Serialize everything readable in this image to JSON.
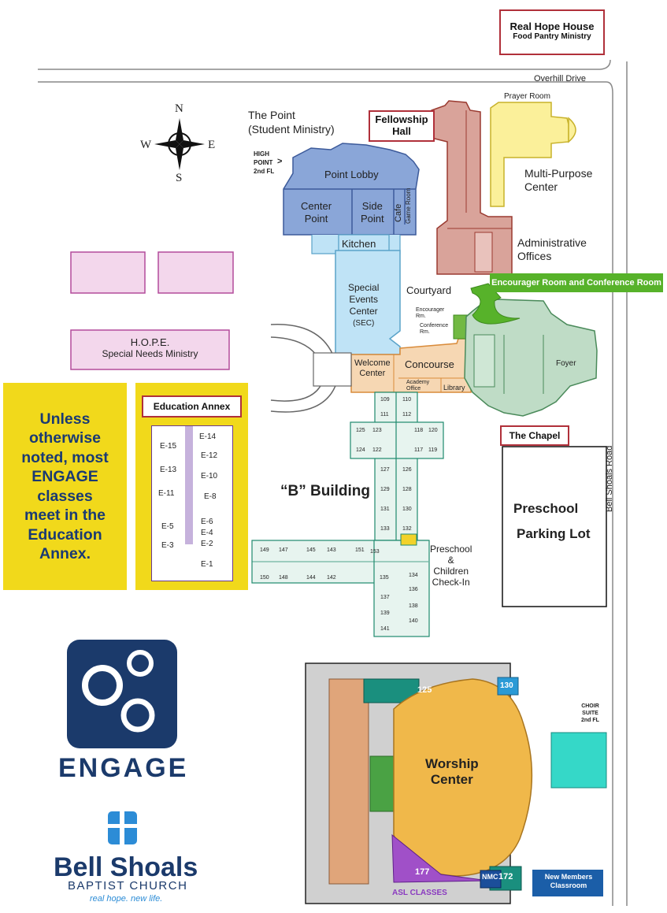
{
  "header_box": {
    "title": "Real Hope House",
    "subtitle": "Food Pantry Ministry"
  },
  "roads": {
    "north": "Overhill Drive",
    "east": "Bell Shoals Road"
  },
  "compass": {
    "n": "N",
    "s": "S",
    "e": "E",
    "w": "W"
  },
  "point": {
    "title_line1": "The Point",
    "title_line2": "(Student Ministry)",
    "high_point_line1": "HIGH",
    "high_point_line2": "POINT",
    "high_point_line3": "2nd FL",
    "lobby": "Point Lobby",
    "center_line1": "Center",
    "center_line2": "Point",
    "side_line1": "Side",
    "side_line2": "Point",
    "cafe": "Cafe",
    "game_room": "Game Room",
    "kitchen": "Kitchen"
  },
  "north_complex": {
    "fellowship_hall_line1": "Fellowship",
    "fellowship_hall_line2": "Hall",
    "prayer_room": "Prayer Room",
    "multipurpose_line1": "Multi-Purpose",
    "multipurpose_line2": "Center",
    "admin_line1": "Administrative",
    "admin_line2": "Offices"
  },
  "sec": {
    "line1": "Special",
    "line2": "Events",
    "line3": "Center",
    "line4": "(SEC)",
    "courtyard": "Courtyard",
    "encourager_rm_line1": "Encourager",
    "encourager_rm_line2": "Rm.",
    "conference_rm_line1": "Conference",
    "conference_rm_line2": "Rm.",
    "green_banner": "Encourager Room and Conference Room"
  },
  "concourse": {
    "welcome_line1": "Welcome",
    "welcome_line2": "Center",
    "concourse": "Concourse",
    "academy_line1": "Academy",
    "academy_line2": "Office",
    "library": "Library"
  },
  "chapel": {
    "foyer": "Foyer",
    "label": "The Chapel"
  },
  "parking": {
    "line1": "Preschool",
    "line2": "Parking Lot"
  },
  "hope": {
    "line1": "H.O.P.E.",
    "line2": "Special Needs Ministry"
  },
  "b_building": {
    "title": "“B” Building",
    "checkin_line1": "Preschool",
    "checkin_line2": "&",
    "checkin_line3": "Children",
    "checkin_line4": "Check-In",
    "rooms_a": [
      "109",
      "110",
      "111",
      "112",
      "125",
      "123",
      "118",
      "120",
      "124",
      "122",
      "117",
      "119",
      "127",
      "126",
      "129",
      "128",
      "131",
      "130",
      "133",
      "132"
    ],
    "rooms_b": [
      "149",
      "147",
      "145",
      "143",
      "151",
      "153",
      "150",
      "148",
      "144",
      "142",
      "135",
      "134",
      "137",
      "136",
      "139",
      "138",
      "141",
      "140"
    ]
  },
  "note": [
    "Unless",
    "otherwise",
    "noted, most",
    "ENGAGE",
    "classes",
    "meet in the",
    "Education",
    "Annex."
  ],
  "annex": {
    "title": "Education Annex",
    "rooms_left": [
      "E-15",
      "E-13",
      "E-11",
      "E-5",
      "E-3"
    ],
    "rooms_right": [
      "E-14",
      "E-12",
      "E-10",
      "E-8",
      "E-6",
      "E-4",
      "E-2",
      "E-1"
    ]
  },
  "worship": {
    "title_line1": "Worship",
    "title_line2": "Center",
    "room_125": "125",
    "room_130": "130",
    "room_177": "177",
    "room_172": "172",
    "nmc": "NMC",
    "asl": "ASL CLASSES",
    "choir_line1": "CHOIR",
    "choir_line2": "SUITE",
    "choir_line3": "2nd FL",
    "new_members_line1": "New Members",
    "new_members_line2": "Classroom"
  },
  "brand": {
    "engage": "ENGAGE",
    "church_name": "Bell Shoals",
    "church_type": "BAPTIST CHURCH",
    "tagline": "real hope. new life."
  },
  "colors": {
    "point_blue": "#8aa6d8",
    "north_red": "#d9a39a",
    "prayer_yellow": "#fbf09a",
    "sec_blue": "#bfe3f6",
    "concourse_orange": "#f6d7b3",
    "chapel_green": "#bfdcc6",
    "b_building_teal": "#e7f4ef",
    "hope_pink": "#f3d7ec",
    "note_yellow": "#f1d91b",
    "navy": "#1b3a6b",
    "worship_gold": "#f0b84a",
    "green_banner": "#57b22a"
  }
}
